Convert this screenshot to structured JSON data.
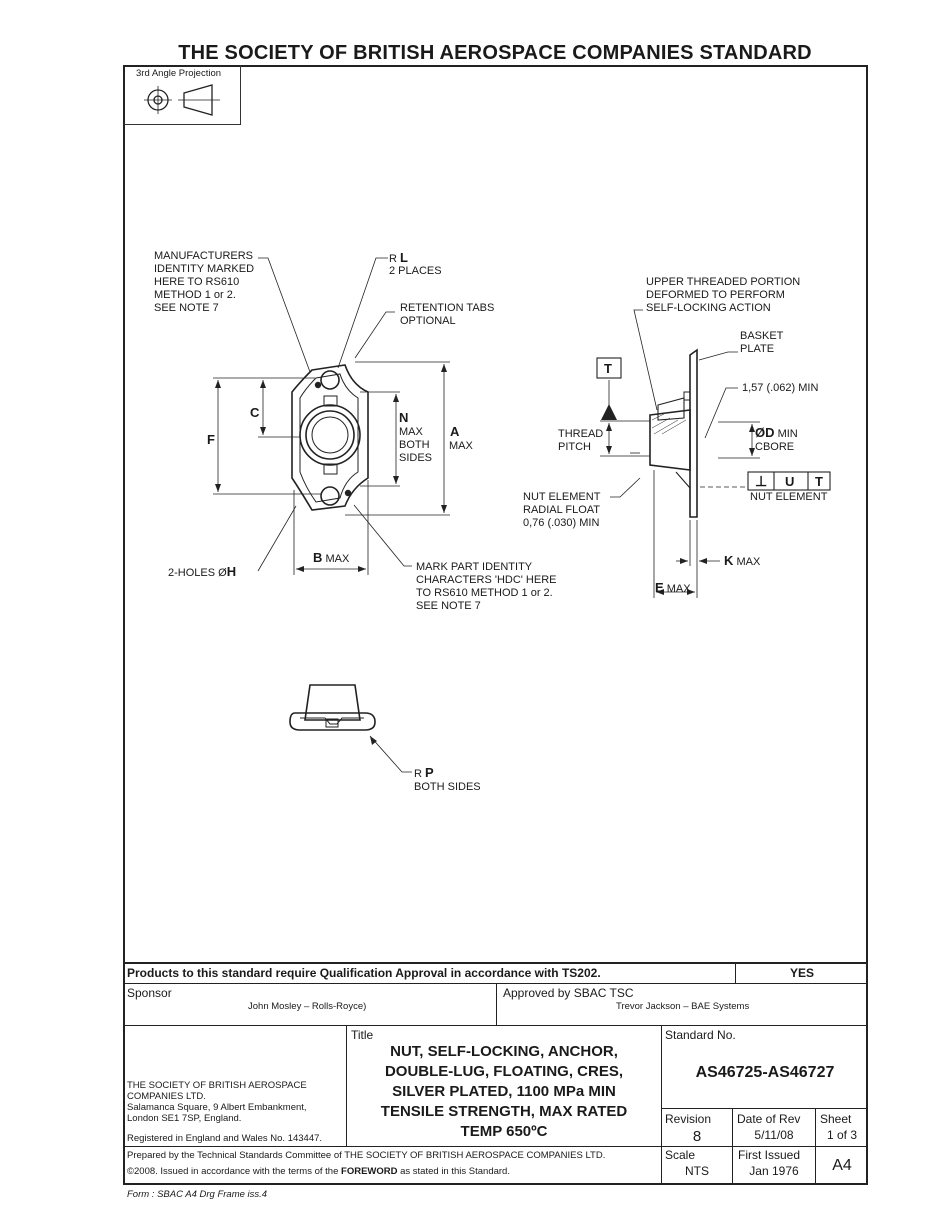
{
  "header": {
    "title": "THE SOCIETY OF BRITISH AEROSPACE COMPANIES STANDARD"
  },
  "projection": {
    "label": "3rd Angle Projection"
  },
  "front_view": {
    "manufacturer_note": "MANUFACTURERS\nIDENTITY MARKED\nHERE TO RS610\nMETHOD 1 or 2.\nSEE NOTE 7",
    "radius_prefix": "R",
    "radius_letter": "L",
    "radius_places": "2 PLACES",
    "retention_tabs": "RETENTION TABS\nOPTIONAL",
    "dim_c": "C",
    "dim_f": "F",
    "dim_n": "N",
    "dim_n_note": "MAX\nBOTH\nSIDES",
    "dim_a": "A",
    "dim_a_note": "MAX",
    "holes_label": "2-HOLES Ø",
    "holes_letter": "H",
    "dim_b": "B",
    "dim_b_note": "MAX",
    "mark_identity": "MARK PART IDENTITY\nCHARACTERS 'HDC' HERE\nTO RS610 METHOD 1 or 2.\nSEE NOTE 7"
  },
  "side_view": {
    "upper_thread": "UPPER THREADED PORTION\nDEFORMED TO PERFORM\nSELF-LOCKING ACTION",
    "basket_plate": "BASKET\nPLATE",
    "min_thickness": "1,57 (.062) MIN",
    "datum_t": "T",
    "thread_pitch": "THREAD\nPITCH",
    "dia_d": "ØD",
    "dia_d_note": "MIN",
    "cbore": "CBORE",
    "perp_symbol": "⊥",
    "perp_u": "U",
    "perp_t": "T",
    "nut_element": "NUT ELEMENT",
    "radial_float": "NUT ELEMENT\nRADIAL FLOAT\n0,76 (.030) MIN",
    "dim_k": "K",
    "dim_k_note": "MAX",
    "dim_e": "E",
    "dim_e_note": "MAX"
  },
  "bottom_view": {
    "radius_prefix": "R",
    "radius_letter": "P",
    "both_sides": "BOTH SIDES"
  },
  "title_block": {
    "qualification": "Products to this standard require Qualification Approval in accordance with TS202.",
    "qualification_answer": "YES",
    "sponsor_label": "Sponsor",
    "sponsor_name": "John Mosley  – Rolls-Royce)",
    "approved_label": "Approved by SBAC TSC",
    "approved_name": "Trevor Jackson – BAE Systems",
    "org_name": "THE SOCIETY OF BRITISH AEROSPACE\nCOMPANIES LTD.\nSalamanca Square, 9 Albert Embankment,\nLondon SE1 7SP, England.",
    "registered": "Registered in England and Wales No. 143447.",
    "title_label": "Title",
    "title": "NUT, SELF-LOCKING, ANCHOR,\nDOUBLE-LUG, FLOATING, CRES,\nSILVER PLATED, 1100 MPa MIN\nTENSILE STRENGTH, MAX RATED\nTEMP 650ºC",
    "standard_no_label": "Standard No.",
    "standard_no": "AS46725-AS46727",
    "revision_label": "Revision",
    "revision": "8",
    "date_rev_label": "Date of Rev",
    "date_rev": "5/11/08",
    "sheet_label": "Sheet",
    "sheet": "1 of 3",
    "prepared_by": "Prepared by the Technical Standards Committee of THE SOCIETY OF BRITISH AEROSPACE COMPANIES LTD.",
    "copyright_pre": "©2008. Issued in accordance with the terms of the ",
    "copyright_bold": "FOREWORD",
    "copyright_post": " as stated in this Standard.",
    "scale_label": "Scale",
    "scale": "NTS",
    "first_issued_label": "First Issued",
    "first_issued": "Jan 1976",
    "paper_size": "A4"
  },
  "footer": {
    "form": "Form : SBAC A4 Drg Frame iss.4"
  }
}
